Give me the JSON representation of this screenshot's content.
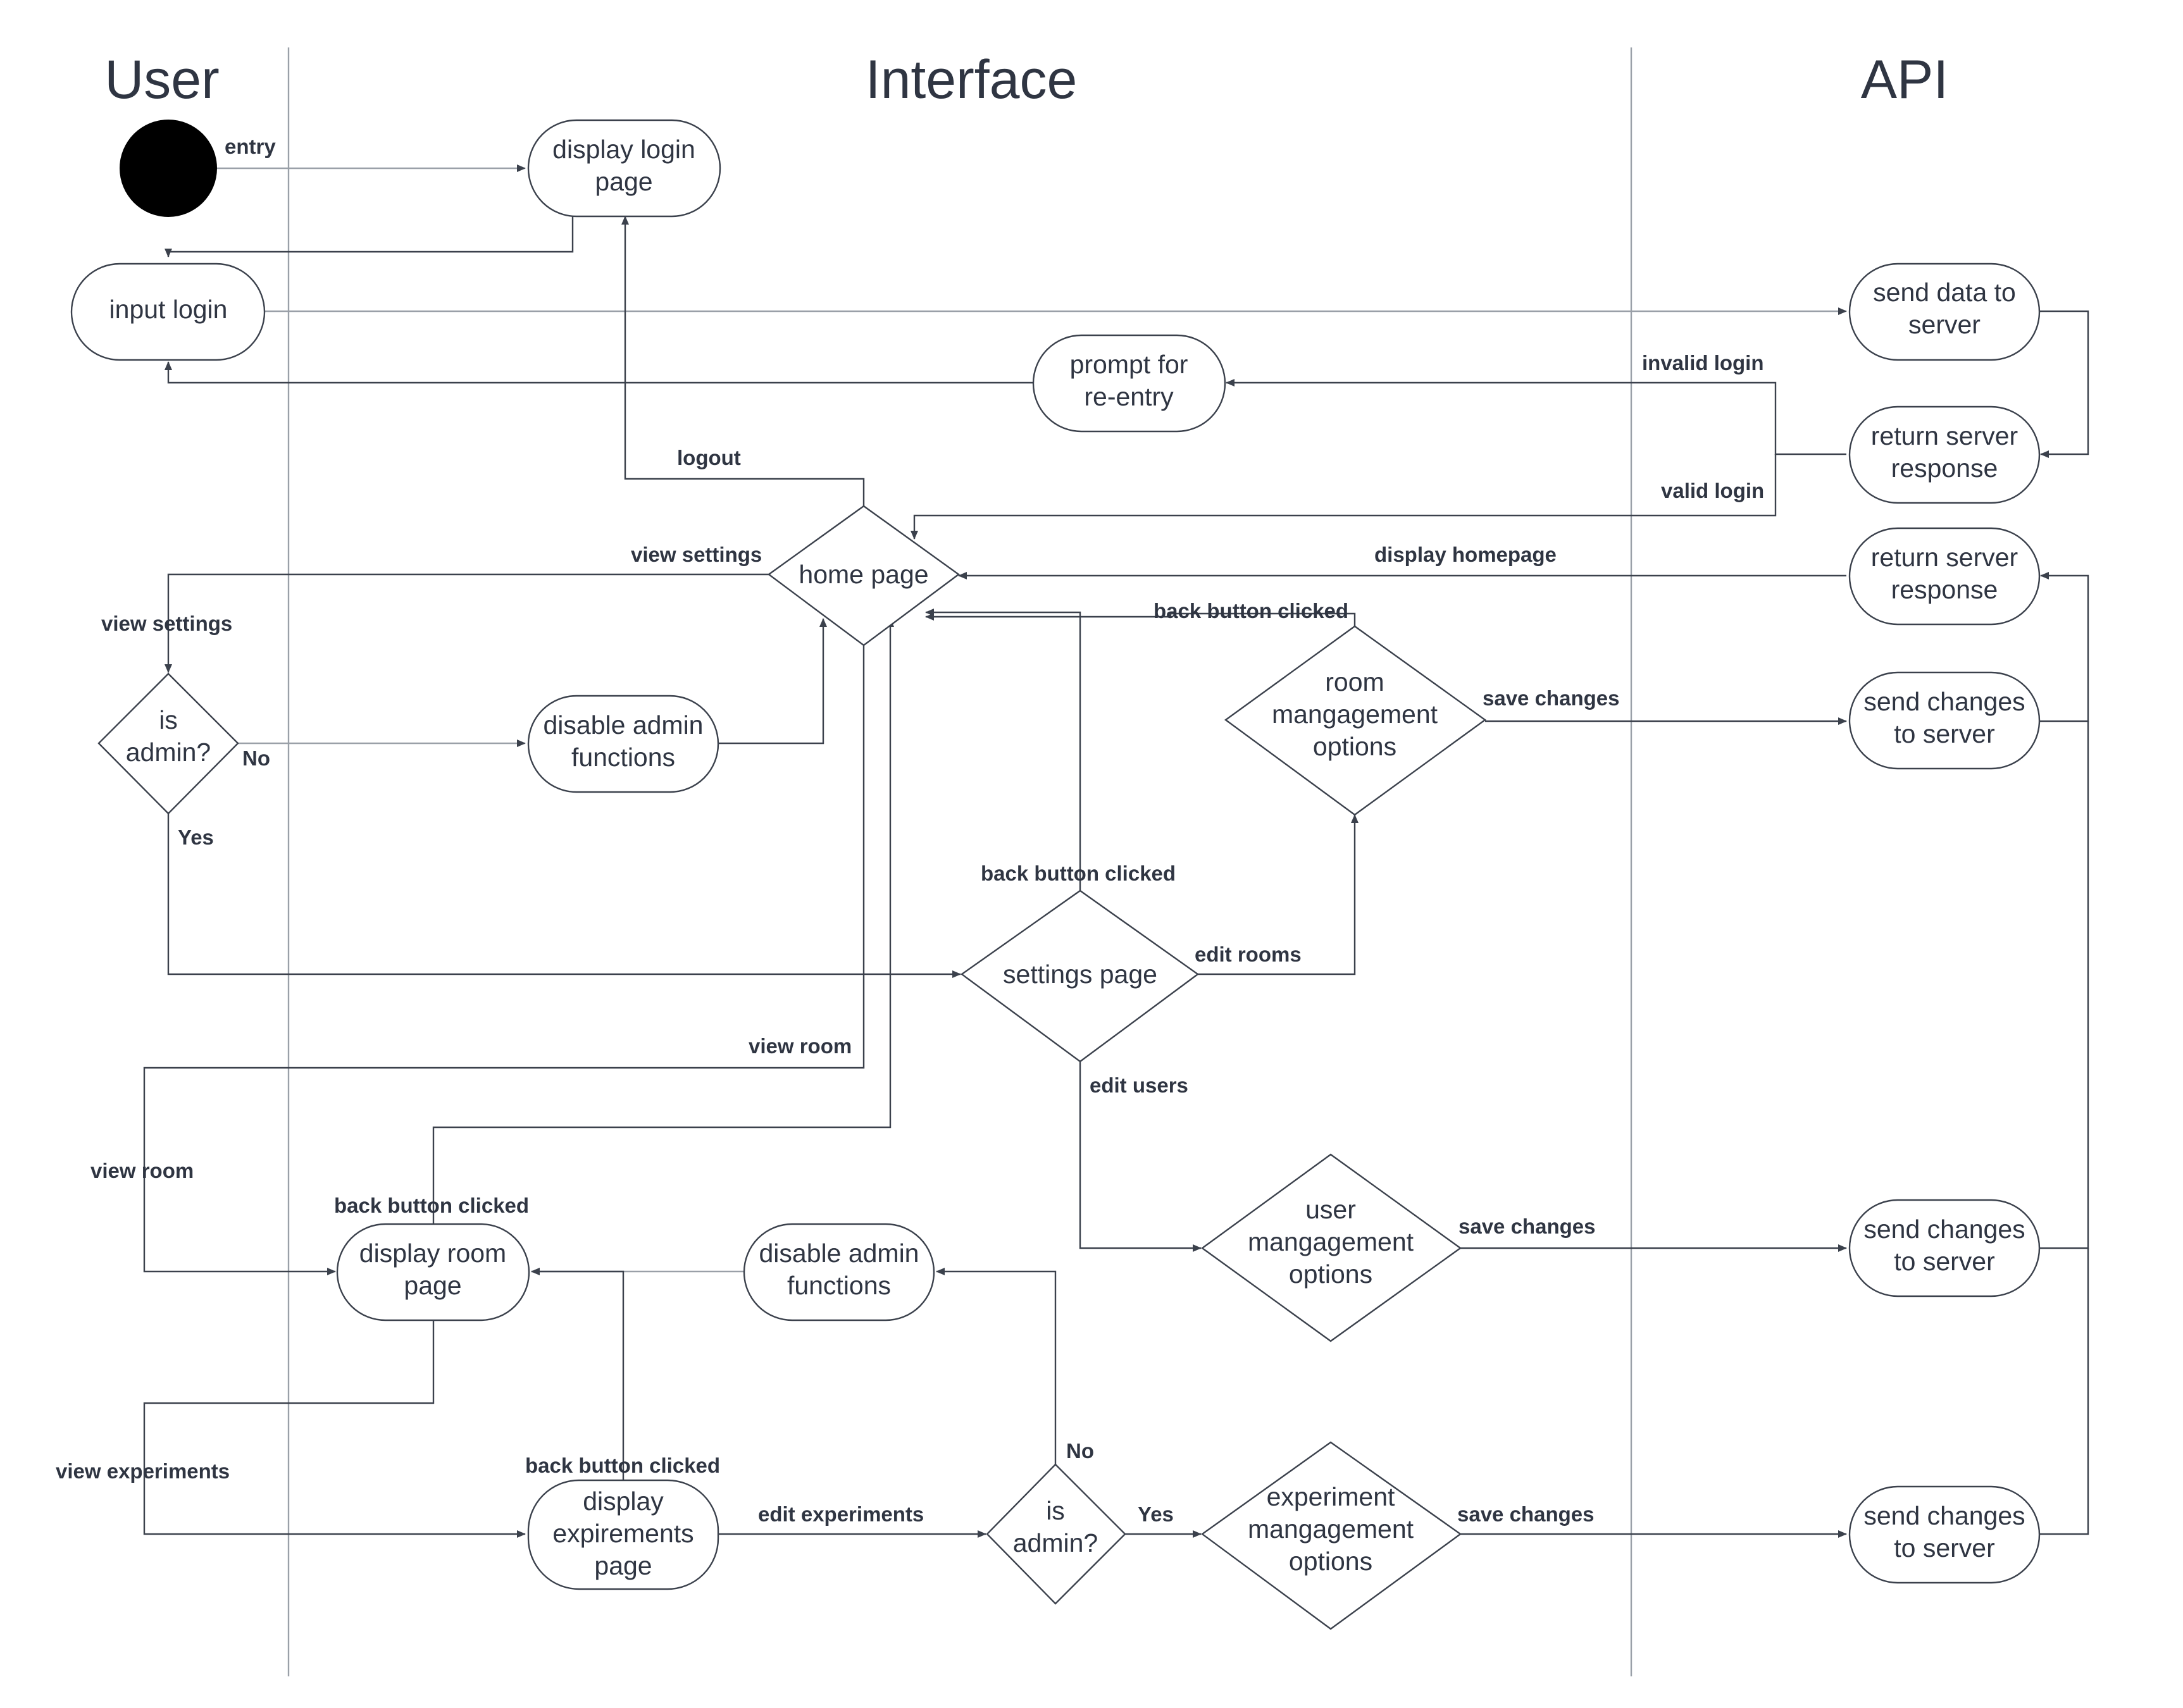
{
  "lanes": {
    "user": "User",
    "interface": "Interface",
    "api": "API"
  },
  "nodes": {
    "display_login_page": [
      "display login",
      "page"
    ],
    "input_login": [
      "input login"
    ],
    "send_data_to_server": [
      "send data to",
      "server"
    ],
    "prompt_for_reentry": [
      "prompt for",
      "re-entry"
    ],
    "return_server_response_login": [
      "return server",
      "response"
    ],
    "home_page": [
      "home page"
    ],
    "return_server_response_changes": [
      "return server",
      "response"
    ],
    "is_admin_settings": [
      "is",
      "admin?"
    ],
    "disable_admin_functions_settings": [
      "disable admin",
      "functions"
    ],
    "room_management_options": [
      "room",
      "mangagement",
      "options"
    ],
    "send_changes_room": [
      "send changes",
      "to server"
    ],
    "settings_page": [
      "settings page"
    ],
    "user_management_options": [
      "user",
      "mangagement",
      "options"
    ],
    "send_changes_user": [
      "send changes",
      "to server"
    ],
    "display_room_page": [
      "display room",
      "page"
    ],
    "disable_admin_functions_room": [
      "disable admin",
      "functions"
    ],
    "display_experiments_page": [
      "display",
      "expirements",
      "page"
    ],
    "is_admin_experiments": [
      "is",
      "admin?"
    ],
    "experiment_management_options": [
      "experiment",
      "mangagement",
      "options"
    ],
    "send_changes_experiment": [
      "send changes",
      "to server"
    ]
  },
  "edge_labels": {
    "entry": "entry",
    "invalid_login": "invalid login",
    "valid_login": "valid login",
    "logout": "logout",
    "view_settings_home": "view settings",
    "view_settings_user": "view settings",
    "display_homepage": "display homepage",
    "back_button_room_mgmt": "back button clicked",
    "save_changes_room": "save changes",
    "no_settings": "No",
    "yes_settings": "Yes",
    "back_button_settings": "back button clicked",
    "edit_rooms": "edit rooms",
    "view_room_home": "view room",
    "edit_users": "edit users",
    "view_room_user": "view room",
    "back_button_room_page": "back button clicked",
    "save_changes_user": "save changes",
    "no_experiments": "No",
    "back_button_experiments": "back button clicked",
    "view_experiments": "view experiments",
    "edit_experiments": "edit experiments",
    "yes_experiments": "Yes",
    "save_changes_experiment": "save changes"
  }
}
